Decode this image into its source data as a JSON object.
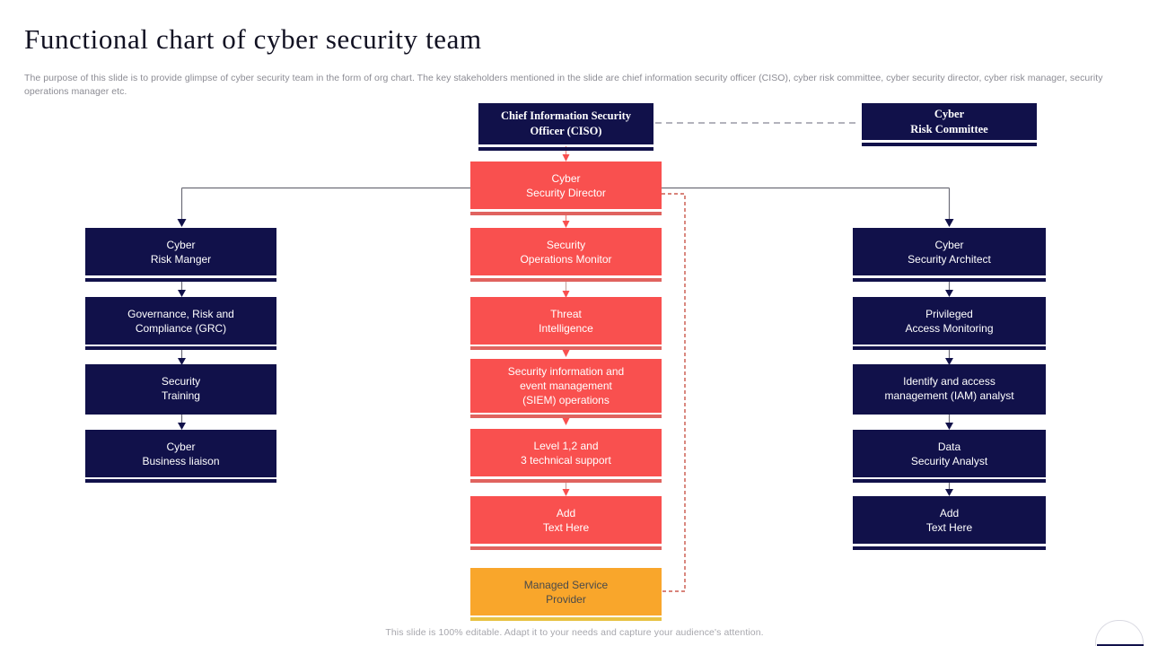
{
  "header": {
    "title": "Functional chart of cyber security team",
    "subtitle": "The purpose of this slide is to provide glimpse of cyber security team in the form of org chart. The key stakeholders mentioned in the slide are chief information security officer (CISO), cyber risk committee, cyber security director, cyber risk manager, security operations manager etc."
  },
  "footer": {
    "note": "This slide is 100% editable. Adapt it to your needs and capture your audience's attention."
  },
  "colors": {
    "navy": "#11114a",
    "red": "#f9504f",
    "red_bar": "#e0635f",
    "orange": "#f9a62b",
    "orange_bar": "#e8c242",
    "connector_gray": "#6d6d77",
    "connector_red": "#f08a86",
    "dashed_gray": "#9a9aa6",
    "dashed_red": "#c0392b",
    "text_muted": "#8c8c94"
  },
  "chart_data": {
    "type": "diagram",
    "title": "Functional chart of cyber security team",
    "nodes": [
      {
        "id": "ciso",
        "label": "Chief Information  Security\nOfficer (CISO)",
        "style": "navy-heading",
        "column": "center",
        "level": 0
      },
      {
        "id": "committee",
        "label": "Cyber\nRisk Committee",
        "style": "navy-heading",
        "column": "right",
        "level": 0
      },
      {
        "id": "director",
        "label": "Cyber\nSecurity Director",
        "style": "red",
        "column": "center",
        "level": 1
      },
      {
        "id": "risk-manager",
        "label": "Cyber\nRisk Manger",
        "style": "navy",
        "column": "left",
        "level": 2
      },
      {
        "id": "grc",
        "label": "Governance,  Risk and\nCompliance  (GRC)",
        "style": "navy",
        "column": "left",
        "level": 3
      },
      {
        "id": "training",
        "label": "Security\nTraining",
        "style": "navy",
        "column": "left",
        "level": 4
      },
      {
        "id": "liaison",
        "label": "Cyber\nBusiness liaison",
        "style": "navy",
        "column": "left",
        "level": 5
      },
      {
        "id": "sec-ops",
        "label": "Security\nOperations Monitor",
        "style": "red",
        "column": "center",
        "level": 2
      },
      {
        "id": "threat-intel",
        "label": "Threat\nIntelligence",
        "style": "red",
        "column": "center",
        "level": 3
      },
      {
        "id": "siem",
        "label": "Security information  and\nevent  management\n(SIEM) operations",
        "style": "red",
        "column": "center",
        "level": 4
      },
      {
        "id": "support",
        "label": "Level  1,2 and\n3 technical support",
        "style": "red",
        "column": "center",
        "level": 5
      },
      {
        "id": "center-add",
        "label": "Add\nText Here",
        "style": "red",
        "column": "center",
        "level": 6
      },
      {
        "id": "msp",
        "label": "Managed  Service\nProvider",
        "style": "orange",
        "column": "center",
        "level": 7
      },
      {
        "id": "architect",
        "label": "Cyber\nSecurity Architect",
        "style": "navy",
        "column": "right",
        "level": 2
      },
      {
        "id": "privileged",
        "label": "Privileged\nAccess Monitoring",
        "style": "navy",
        "column": "right",
        "level": 3
      },
      {
        "id": "iam",
        "label": "Identify and access\nmanagement  (IAM) analyst",
        "style": "navy",
        "column": "right",
        "level": 4
      },
      {
        "id": "data-analyst",
        "label": "Data\nSecurity Analyst",
        "style": "navy",
        "column": "right",
        "level": 5
      },
      {
        "id": "right-add",
        "label": "Add\nText Here",
        "style": "navy",
        "column": "right",
        "level": 6
      }
    ],
    "edges": [
      {
        "from": "ciso",
        "to": "committee",
        "style": "dashed-gray",
        "direction": "horizontal"
      },
      {
        "from": "ciso",
        "to": "director",
        "style": "solid-red",
        "direction": "vertical"
      },
      {
        "from": "director",
        "to": "risk-manager",
        "style": "solid-gray",
        "direction": "branch-left"
      },
      {
        "from": "director",
        "to": "sec-ops",
        "style": "solid-red",
        "direction": "vertical"
      },
      {
        "from": "director",
        "to": "architect",
        "style": "solid-gray",
        "direction": "branch-right"
      },
      {
        "from": "risk-manager",
        "to": "grc",
        "style": "solid-gray",
        "direction": "vertical"
      },
      {
        "from": "grc",
        "to": "training",
        "style": "solid-gray",
        "direction": "vertical"
      },
      {
        "from": "training",
        "to": "liaison",
        "style": "solid-gray",
        "direction": "vertical"
      },
      {
        "from": "sec-ops",
        "to": "threat-intel",
        "style": "solid-red",
        "direction": "vertical"
      },
      {
        "from": "threat-intel",
        "to": "siem",
        "style": "solid-red",
        "direction": "vertical"
      },
      {
        "from": "siem",
        "to": "support",
        "style": "solid-red",
        "direction": "vertical"
      },
      {
        "from": "support",
        "to": "center-add",
        "style": "solid-red",
        "direction": "vertical"
      },
      {
        "from": "director",
        "to": "msp",
        "style": "dashed-red",
        "direction": "side-route"
      },
      {
        "from": "architect",
        "to": "privileged",
        "style": "solid-gray",
        "direction": "vertical"
      },
      {
        "from": "privileged",
        "to": "iam",
        "style": "solid-gray",
        "direction": "vertical"
      },
      {
        "from": "iam",
        "to": "data-analyst",
        "style": "solid-gray",
        "direction": "vertical"
      },
      {
        "from": "data-analyst",
        "to": "right-add",
        "style": "solid-gray",
        "direction": "vertical"
      }
    ]
  }
}
